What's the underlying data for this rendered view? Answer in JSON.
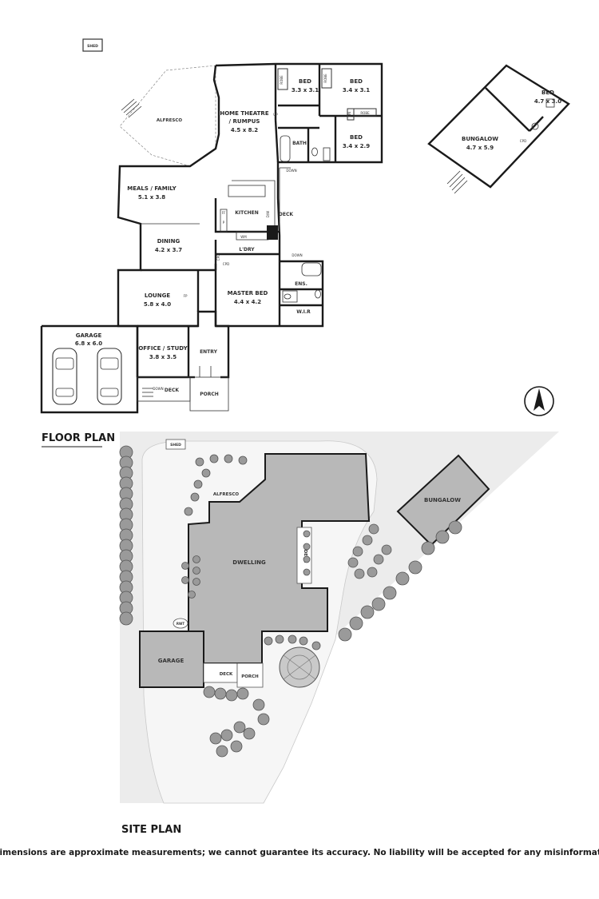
{
  "floor_plan": {
    "heading": "FLOOR PLAN",
    "rooms": {
      "shed": "SHED",
      "alfresco": "ALFRESCO",
      "home_theatre_name": "HOME THEATRE",
      "home_theatre_name2": "/ RUMPUS",
      "home_theatre_dims": "4.5 x 8.2",
      "bed1_name": "BED",
      "bed1_dims": "3.3 x 3.1",
      "bed2_name": "BED",
      "bed2_dims": "3.4 x 3.1",
      "bed3_name": "BED",
      "bed3_dims": "3.4 x 2.9",
      "bath": "BATH",
      "meals_name": "MEALS / FAMILY",
      "meals_dims": "5.1 x 3.8",
      "kitchen": "KITCHEN",
      "deck_east": "DECK",
      "dining_name": "DINING",
      "dining_dims": "4.2 x 3.7",
      "laundry": "L'DRY",
      "lounge_name": "LOUNGE",
      "lounge_dims": "5.8 x 4.0",
      "master_name": "MASTER BED",
      "master_dims": "4.4 x 4.2",
      "ensuite": "ENS.",
      "wir": "W.I.R",
      "garage_name": "GARAGE",
      "garage_dims": "6.8 x 6.0",
      "office_name": "OFFICE / STUDY",
      "office_dims": "3.8 x 3.5",
      "entry": "ENTRY",
      "deck_front": "DECK",
      "porch": "PORCH",
      "bungalow_name": "BUNGALOW",
      "bungalow_dims": "4.7 x 5.9",
      "bungalow_bed_name": "BED",
      "bungalow_bed_dims": "4.7 x 3.0"
    },
    "small_labels": {
      "robe1": "ROBE",
      "robe2": "ROBE",
      "robe3": "ROBE",
      "lin": "LIN",
      "cpd1": "CPD",
      "cpd2": "CPD",
      "cpd3": "CPD",
      "cpd4": "CPD",
      "down1": "DOWN",
      "down2": "DOWN",
      "down3": "DOWN",
      "down4": "DOWN",
      "up": "UP",
      "dw": "D/W",
      "wm": "WM",
      "p": "P",
      "ff": "FF",
      "fp": "FP"
    },
    "compass": "north-arrow-icon"
  },
  "site_plan": {
    "heading": "SITE PLAN",
    "labels": {
      "shed": "SHED",
      "alfresco": "ALFRESCO",
      "dwelling": "DWELLING",
      "deck_east": "DECK",
      "bungalow": "BUNGALOW",
      "garage": "GARAGE",
      "deck_front": "DECK",
      "porch": "PORCH",
      "rwt": "RWT"
    }
  },
  "disclaimer": "Dimensions are approximate measurements; we cannot guarantee its accuracy. No liability will be accepted for any misinformation",
  "colors": {
    "wall": "#1a1a1a",
    "building_fill": "#b8b8b8",
    "site_fill": "#ececec",
    "shrub": "#9a9a9a"
  }
}
